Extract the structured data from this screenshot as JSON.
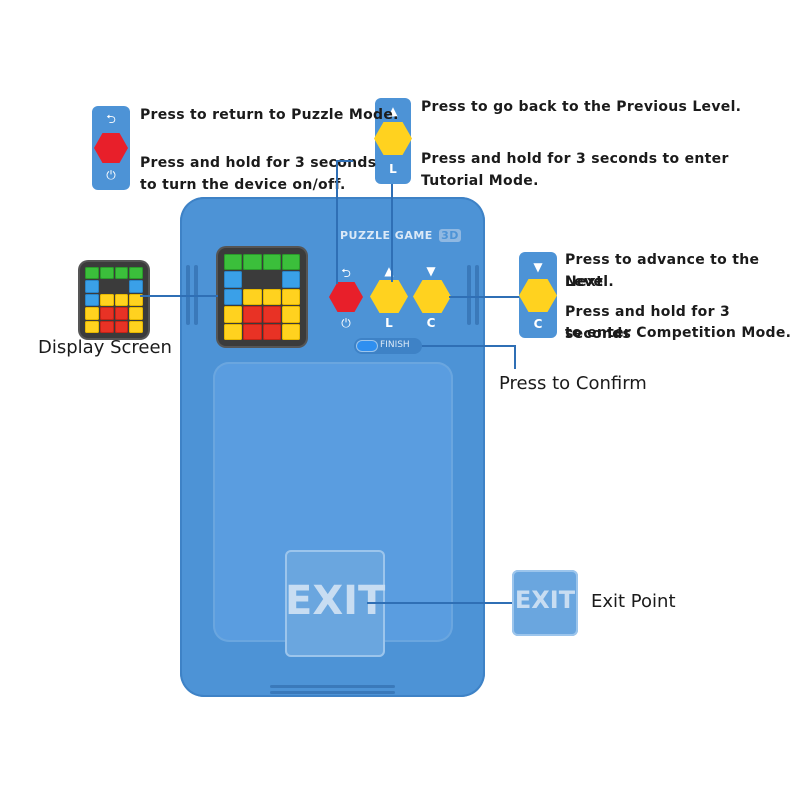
{
  "annotations": {
    "power_return": {
      "line1": "Press to return to Puzzle Mode.",
      "line2a": "Press and hold for 3 seconds",
      "line2b": "to turn the device on/off."
    },
    "l_button": {
      "line1": "Press to go back to the Previous Level.",
      "line2a": "Press and hold for 3 seconds to enter",
      "line2b": "Tutorial Mode."
    },
    "c_button": {
      "line1a": "Press to advance to the Next",
      "line1b": "Level.",
      "line2a": "Press and hold for 3 seconds",
      "line2b": "to enter Competition Mode."
    }
  },
  "labels": {
    "display_screen": "Display Screen",
    "press_to_confirm": "Press to Confirm",
    "exit_point": "Exit Point"
  },
  "device": {
    "brand": "PUZZLE GAME",
    "brand_badge": "3D",
    "finish_label": "FINISH",
    "exit_label": "EXIT",
    "button_l_letter": "L",
    "button_c_letter": "C",
    "return_symbol": "⮌",
    "power_symbol": "⏻",
    "up_symbol": "▲",
    "down_symbol": "▼"
  },
  "screen_pattern": [
    [
      "g",
      "g",
      "g",
      "g"
    ],
    [
      "b",
      "k",
      "k",
      "b"
    ],
    [
      "b",
      "y",
      "y",
      "y"
    ],
    [
      "y",
      "r",
      "r",
      "y"
    ],
    [
      "y",
      "r",
      "r",
      "y"
    ]
  ],
  "colors": {
    "device_blue": "#4d93d6",
    "red_button": "#e81f2a",
    "yellow_button": "#ffd21f",
    "leader_line": "#2f6fb5"
  }
}
